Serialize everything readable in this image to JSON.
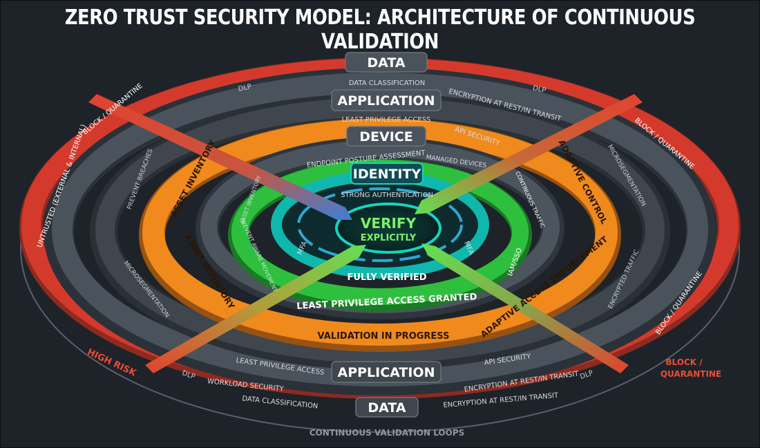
{
  "title": "ZERO TRUST SECURITY MODEL: ARCHITECTURE OF CONTINUOUS VALIDATION",
  "center": {
    "line1": "VERIFY",
    "line2": "EXPLICITLY"
  },
  "layers": {
    "data": "DATA",
    "application": "APPLICATION",
    "device": "DEVICE",
    "identity": "IDENTITY"
  },
  "top_labels": {
    "data_classification": "DATA CLASSIFICATION",
    "dlp_left": "DLP",
    "dlp_right": "DLP",
    "encryption": "ENCRYPTION AT REST/IN TRANSIT",
    "least_privilege": "LEAST PRIVILEGE ACCESS",
    "api_security": "API SECURITY",
    "endpoint_posture": "ENDPOINT POSTURE ASSESSMENT",
    "managed_devices": "MANAGED DEVICES",
    "strong_auth": "STRONG AUTHENTICATION",
    "api_icon": "API"
  },
  "inner_labels": {
    "mfa_left": "MFA",
    "mfa_right": "MFA",
    "fully_verified": "FULLY VERIFIED",
    "least_privilege_granted": "LEAST PRIVILEGE ACCESS GRANTED",
    "iam_sso": "IAM/SSO",
    "continuous_traffic": "CONTINUOUS TRAFFIC",
    "asset_inventory_small": "ASSET INVENTORY",
    "prevent_lateral": "PREVENT AWARE MOVEMENT"
  },
  "orange_labels": {
    "asset_inventory_top": "ASSET INVENTORY",
    "asset_inventory_left": "ASSET INVENTORY",
    "adaptive_control": "ADAPTIVE CONTROL",
    "adaptive_enforcement": "ADAPTIVE ACCESS ENFORCEMENT",
    "validation_in_progress": "VALIDATION IN PROGRESS"
  },
  "outer_labels": {
    "block_quarantine_tl": "BLOCK / QUARANTINE",
    "block_quarantine_tr": "BLOCK / QUARANTINE",
    "block_quarantine_r": "BLOCK / QUARANTINE",
    "block_br_1": "BLOCK /",
    "block_br_2": "QUARANTINE",
    "untrusted": "UNTRUSTED (EXTERNAL & INTERNAL)",
    "high_risk": "HIGH RISK",
    "prevent_breaches": "PREVENT BREACHES",
    "microsegmentation_l": "MICROSEGMENTATION",
    "microsegmentation_r": "MICROSEGMENTATION",
    "encrypted_traffic": "ENCRYPTED TRAFFIC"
  },
  "bottom_labels": {
    "least_privilege": "LEAST PRIVILEGE ACCESS",
    "api_security": "API SECURITY",
    "workload_security": "WORKLOAD SECURITY",
    "dlp_left": "DLP",
    "dlp_right": "DLP",
    "encryption_1": "ENCRYPTION AT REST/IN TRANSIT",
    "encryption_2": "ENCRYPTION AT REST/IN TRANSIT",
    "data_classification": "DATA CLASSIFICATION",
    "continuous_loops": "CONTINUOUS VALIDATION LOOPS"
  },
  "colors": {
    "background": "#1e2329",
    "ring_dark": "#3a4149",
    "ring_mid": "#4b535c",
    "red": "#d43a2c",
    "orange": "#f08a1c",
    "green": "#2fbf3e",
    "teal": "#0fb7ac",
    "blue_glow": "#2aa9d6",
    "arrow_green": "#6ee85a"
  }
}
